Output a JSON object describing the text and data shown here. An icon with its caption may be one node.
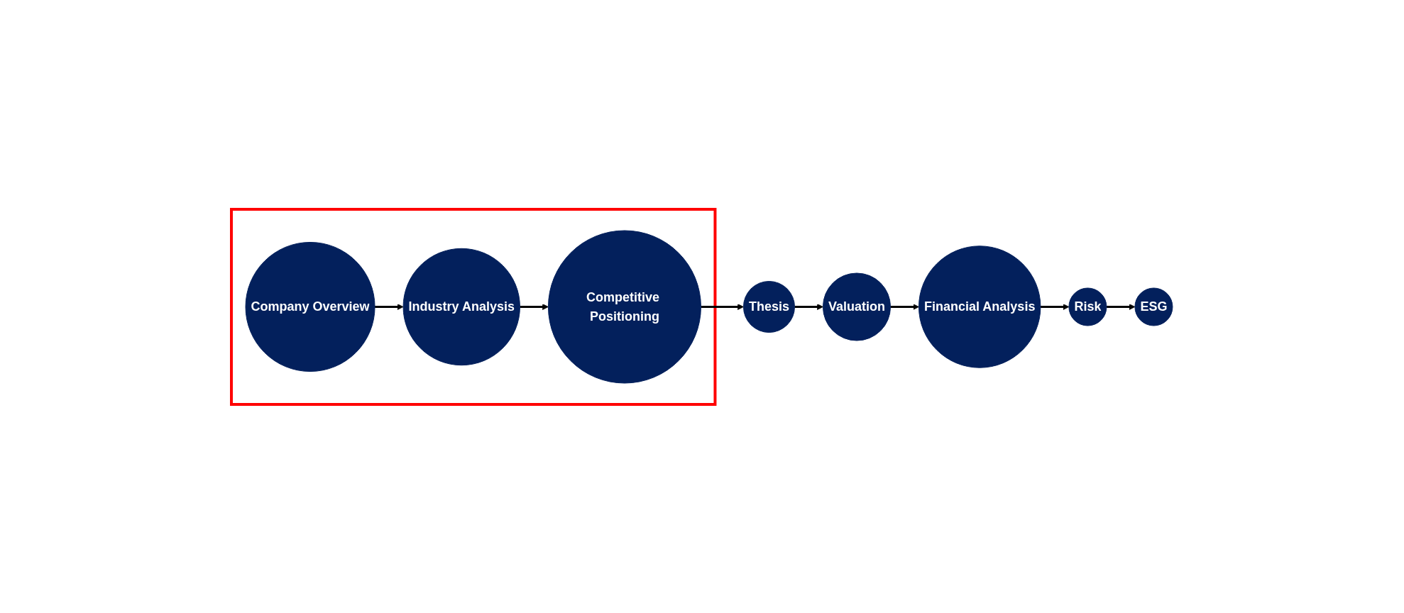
{
  "diagram": {
    "nodes": [
      {
        "text": [],
        "shape": "box"
      },
      {
        "text": [
          "Company Overview"
        ],
        "in": 0
      },
      {
        "text": [
          "Industry Analysis"
        ],
        "in": 0
      },
      {
        "text": [
          "Competitive Positioning"
        ],
        "in": 0
      },
      {
        "text": [
          "Thesis"
        ]
      },
      {
        "text": [
          "Valuation"
        ]
      },
      {
        "text": [
          "Financial Analysis"
        ]
      },
      {
        "text": [
          "Risk"
        ]
      },
      {
        "text": [
          "ESG"
        ]
      }
    ],
    "edges": [
      {
        "from": 1,
        "to": 2,
        "arrow": "to"
      },
      {
        "from": 2,
        "to": 3,
        "arrow": "to"
      },
      {
        "from": 3,
        "to": 4,
        "arrow": "to"
      },
      {
        "from": 4,
        "to": 5,
        "arrow": "to"
      },
      {
        "from": 5,
        "to": 6,
        "arrow": "to"
      },
      {
        "from": 6,
        "to": 7,
        "arrow": "to"
      },
      {
        "from": 7,
        "to": 8,
        "arrow": "to"
      }
    ]
  }
}
